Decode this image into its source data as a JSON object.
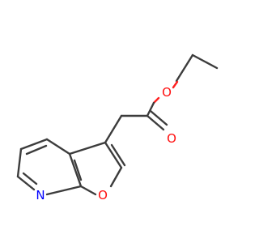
{
  "molecule": {
    "atoms": {
      "ester_o_single": "O",
      "carbonyl_o": "O",
      "furan_o": "O",
      "pyridine_n": "N"
    },
    "colors": {
      "bond": "#3c3c3c",
      "oxygen": "#ff0d0d",
      "nitrogen": "#0000ff",
      "background": "#ffffff"
    }
  }
}
